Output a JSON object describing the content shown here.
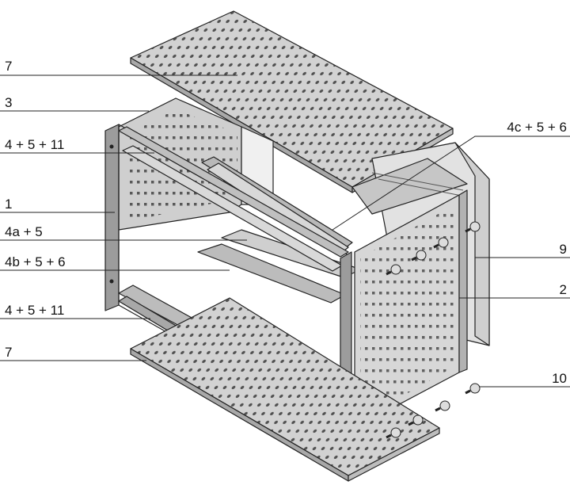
{
  "diagram": {
    "colors": {
      "panel": "#c9c9c9",
      "panel_light": "#e4e4e4",
      "panel_dark": "#9a9a9a",
      "line": "#222222",
      "hole": "#3a3a3a"
    },
    "callouts": [
      {
        "id": "top-cover",
        "text": "7"
      },
      {
        "id": "side-panel-left",
        "text": "3"
      },
      {
        "id": "top-front-rail",
        "text": "4 + 5 + 11"
      },
      {
        "id": "front-flange",
        "text": "1"
      },
      {
        "id": "guide-rail-a",
        "text": "4a + 5"
      },
      {
        "id": "guide-rail-b",
        "text": "4b + 5 + 6"
      },
      {
        "id": "bottom-front-rail",
        "text": "4 + 5 + 11"
      },
      {
        "id": "bottom-cover",
        "text": "7"
      },
      {
        "id": "rear-rail",
        "text": "4c + 5 + 6"
      },
      {
        "id": "rear-panel",
        "text": "9"
      },
      {
        "id": "side-panel-right",
        "text": "2"
      },
      {
        "id": "screw",
        "text": "10"
      }
    ]
  }
}
